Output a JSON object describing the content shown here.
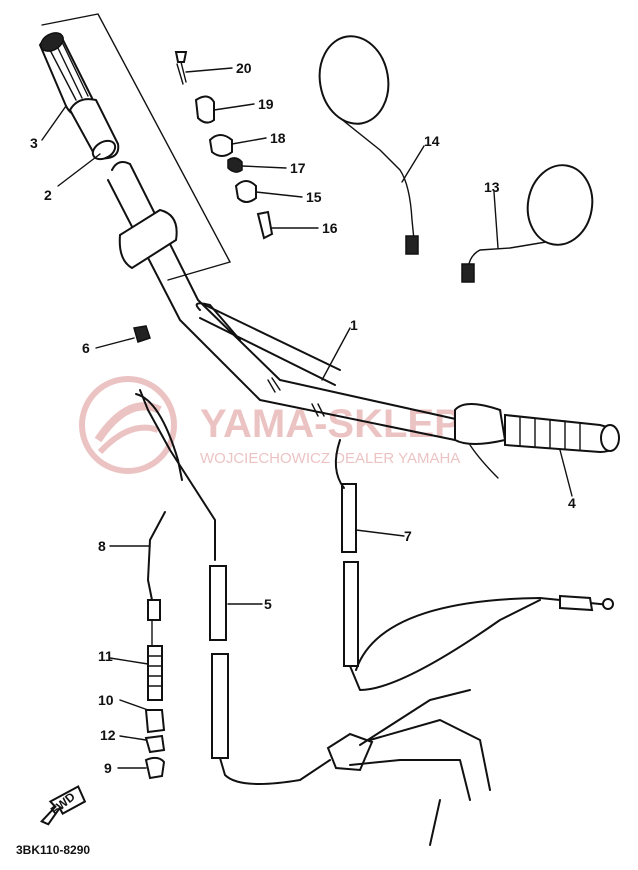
{
  "diagram_code": "3BK110-8290",
  "fwd_label": "FWD",
  "watermark": {
    "line1": "YAMA-SKLEP.PL",
    "line2": "WOJCIECHOWICZ DEALER YAMAHA",
    "color": "#e9b9b9"
  },
  "callouts": [
    "1",
    "2",
    "3",
    "4",
    "5",
    "6",
    "7",
    "8",
    "9",
    "10",
    "11",
    "12",
    "13",
    "14",
    "15",
    "16",
    "17",
    "18",
    "19",
    "20"
  ]
}
